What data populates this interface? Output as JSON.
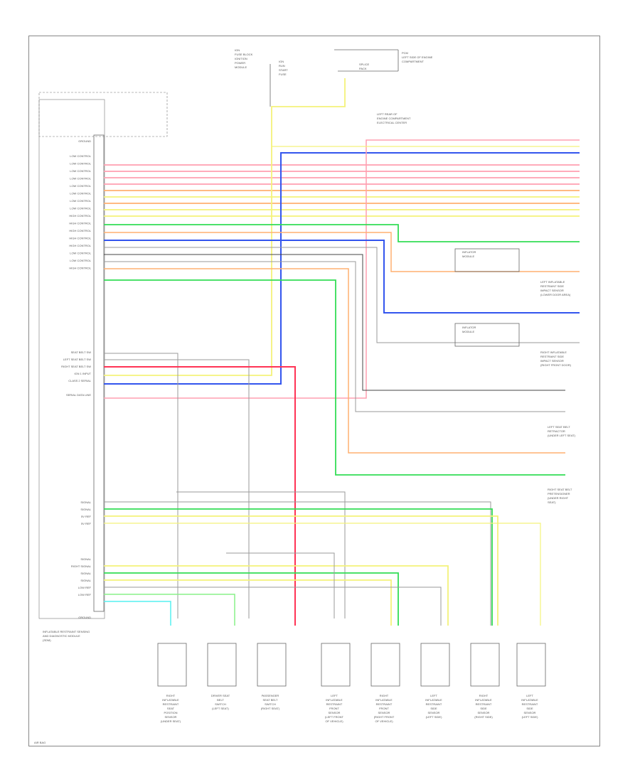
{
  "colors": {
    "pink": "#ff9fb0",
    "yellow": "#f4f27a",
    "blue": "#3355ee",
    "green": "#33dd55",
    "orange": "#ffb070",
    "gray": "#9a9a9a",
    "black": "#444444",
    "red": "#ff3355",
    "cyan": "#55f0f0",
    "light_green": "#88f088"
  },
  "top_labels": {
    "fuse_block": [
      "IGN",
      "FUSE BLOCK",
      "IGNITION",
      "POWER",
      "MODULE"
    ],
    "splice_pack": [
      "SPLICE",
      "PACK"
    ],
    "ignition_sw": [
      "IGN",
      "RUN",
      "START",
      "FUSE"
    ],
    "ground_note": [
      "LEFT REAR OF",
      "ENGINE COMPARTMENT",
      "ELECTRICAL CENTER"
    ],
    "pcm": [
      "PCM",
      "LEFT SIDE OF ENGINE",
      "COMPARTMENT"
    ]
  },
  "module": {
    "label": [
      "INFLATABLE RESTRAINT SENSING",
      "AND DIAGNOSTIC MODULE",
      "(SDM)"
    ],
    "pin_labels": [
      "GROUND",
      "",
      "LOW CONTROL",
      "LOW CONTROL",
      "LOW CONTROL",
      "LOW CONTROL",
      "LOW CONTROL",
      "LOW CONTROL",
      "LOW CONTROL",
      "LOW CONTROL",
      "HIGH CONTROL",
      "HIGH CONTROL",
      "HIGH CONTROL",
      "HIGH CONTROL",
      "HIGH CONTROL",
      "LOW CONTROL",
      "LOW CONTROL",
      "HIGH CONTROL"
    ],
    "signal_labels": [
      "SEAT BELT SW",
      "LEFT SEAT BELT SW",
      "RIGHT SEAT BELT SW",
      "IGN 1 INPUT",
      "CLASS 2 SERIAL",
      "",
      "SERIAL DATA LINE"
    ],
    "sensor_labels": [
      "SIGNAL",
      "SIGNAL",
      "5V REF",
      "5V REF",
      "",
      "",
      "",
      "",
      "SIGNAL",
      "RIGHT SIGNAL",
      "SIGNAL",
      "SIGNAL",
      "LOW REF",
      "LOW REF"
    ],
    "ground_label": "GROUND"
  },
  "right_labels": {
    "top": [
      "",
      "",
      "",
      "",
      "",
      "",
      "",
      "",
      ""
    ],
    "left_inflator": [
      "LEFT INFLATABLE",
      "RESTRAINT SIDE",
      "IMPACT SENSOR",
      "(LOWER DOOR AREA)"
    ],
    "right_inflator": [
      "RIGHT INFLATABLE",
      "RESTRAINT SIDE",
      "IMPACT SENSOR",
      "(RIGHT FRONT DOOR)"
    ],
    "seat_belt_left": [
      "LEFT SEAT BELT",
      "RETRACTOR",
      "(UNDER LEFT SEAT)"
    ],
    "seat_belt_right": [
      "RIGHT SEAT BELT",
      "PRETENSIONER",
      "(UNDER RIGHT",
      "SEAT)"
    ],
    "inflator_module": [
      "INFLATOR",
      "MODULE"
    ]
  },
  "bottom_components": [
    [
      "RIGHT",
      "INFLATABLE",
      "RESTRAINT",
      "SEAT",
      "POSITION",
      "SENSOR",
      "(UNDER SEAT)"
    ],
    [
      "DRIVER SEAT",
      "BELT",
      "SWITCH",
      "(LEFT SEAT)"
    ],
    [
      "PASSENGER",
      "SEAT BELT",
      "SWITCH",
      "(RIGHT SEAT)"
    ],
    [
      "LEFT",
      "INFLATABLE",
      "RESTRAINT",
      "FRONT",
      "SENSOR",
      "(LEFT FRONT",
      "OF VEHICLE)"
    ],
    [
      "RIGHT",
      "INFLATABLE",
      "RESTRAINT",
      "FRONT",
      "SENSOR",
      "(RIGHT FRONT",
      "OF VEHICLE)"
    ],
    [
      "LEFT",
      "INFLATABLE",
      "RESTRAINT",
      "SIDE",
      "SENSOR",
      "(LEFT SIDE)"
    ],
    [
      "RIGHT",
      "INFLATABLE",
      "RESTRAINT",
      "SIDE",
      "SENSOR",
      "(RIGHT SIDE)"
    ],
    [
      "LEFT",
      "INFLATABLE",
      "RESTRAINT",
      "SIDE",
      "SENSOR",
      "(LEFT SIDE)"
    ]
  ],
  "footer_code": "AIR BAG"
}
